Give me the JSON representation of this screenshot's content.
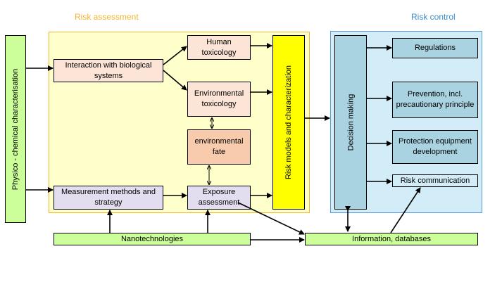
{
  "sections": {
    "risk_assessment": "Risk assessment",
    "risk_control": "Risk control"
  },
  "colors": {
    "assessment_title": "#f2b632",
    "control_title": "#3c8dca",
    "assessment_bg": "#ffffcc",
    "assessment_border": "#f2b632",
    "control_bg": "#d2ecf8",
    "control_border": "#5b9bd5",
    "green_box": "#ccff99",
    "pink_box": "#fce4d6",
    "orange_box": "#f8cbad",
    "lavender_box": "#e2ddef",
    "yellow_box": "#ffff00",
    "blue_box": "#a9d3e0"
  },
  "nodes": {
    "physico_chemical": "Physico - chemical characterisation",
    "interaction": "Interaction with biological systems",
    "human_tox": "Human toxicology",
    "env_tox": "Environmental toxicology",
    "env_fate": "environmental fate",
    "measurement": "Measurement methods and strategy",
    "exposure": "Exposure assessment",
    "risk_models": "Risk models and characterization",
    "decision": "Decision making",
    "regulations": "Regulations",
    "prevention": "Prevention, incl. precautionary principle",
    "protection": "Protection equipment development",
    "risk_comm": "Risk communication",
    "nanotech": "Nanotechnologies",
    "information": "Information, databases"
  }
}
